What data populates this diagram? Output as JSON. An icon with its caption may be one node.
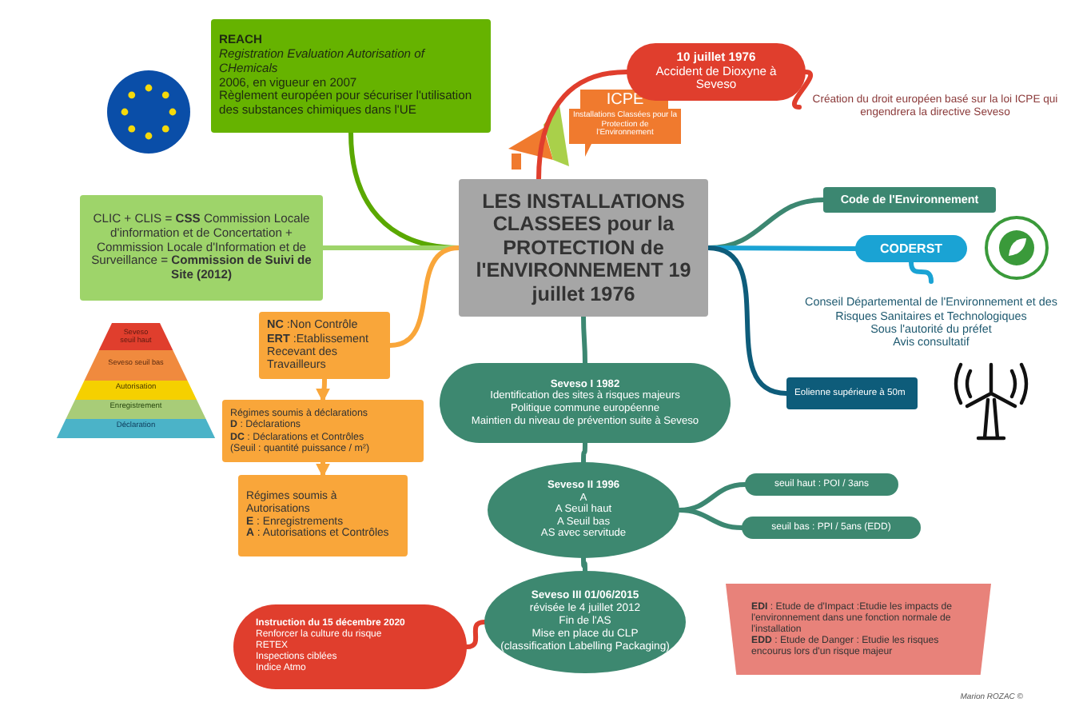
{
  "diagram": {
    "nodes": [
      {
        "text": [
          "LES INSTALLATIONS CLASSEES pour la PROTECTION de l'ENVIRONNEMENT 19 juillet 1976"
        ]
      },
      {
        "text": [
          "REACH",
          "Registration Evaluation Autorisation of CHemicals",
          "2006, en vigueur en 2007",
          "Règlement européen pour sécuriser l'utilisation des substances chimiques dans l'UE"
        ]
      },
      {
        "text": [
          "CLIC + CLIS = **CSS** Commission Locale d'information et de Concertation + Commission Locale d'Information et de Surveillance = **Commission de Suivi de Site (2012)**"
        ]
      },
      {
        "text": [
          "10 juillet 1976",
          "Accident de Dioxyne à Seveso"
        ]
      },
      {
        "text": [
          "Création du droit européen basé sur la loi ICPE qui engendrera la directive Seveso"
        ]
      },
      {
        "text": [
          "Code de l'Environnement"
        ]
      },
      {
        "text": [
          "CODERST"
        ]
      },
      {
        "text": [
          "Conseil Départemental de l'Environnement et des Risques Sanitaires et Technologiques",
          "Sous l'autorité du préfet",
          "Avis consultatif"
        ]
      },
      {
        "text": [
          "Eolienne supérieure à 50m"
        ]
      },
      {
        "text": [
          "**NC** :Non Contrôle",
          "**ERT** :Etablissement Recevant des Travailleurs"
        ]
      },
      {
        "text": [
          "Régimes soumis à déclarations",
          "**D** : Déclarations",
          "**DC** : Déclarations et Contrôles",
          "(Seuil : quantité puissance / m²)"
        ]
      },
      {
        "text": [
          "Régimes soumis à Autorisations",
          "**E** : Enregistrements",
          "**A** : Autorisations et Contrôles"
        ]
      },
      {
        "text": [
          "Seveso I 1982",
          "Identification des sites à risques majeurs",
          "Politique commune européenne",
          "Maintien du niveau de prévention suite à Seveso"
        ]
      },
      {
        "text": [
          "Seveso II 1996",
          "A",
          "A Seuil haut",
          "A Seuil bas",
          "AS avec servitude"
        ]
      },
      {
        "text": [
          "seuil haut : POI / 3ans"
        ]
      },
      {
        "text": [
          "seuil bas : PPI / 5ans (EDD)"
        ]
      },
      {
        "text": [
          "Seveso III 01/06/2015",
          "révisée le 4 juillet 2012",
          "Fin de l'AS",
          "Mise en place du CLP (classification Labelling Packaging)"
        ]
      },
      {
        "text": [
          "Instruction du 15 décembre 2020",
          "Renforcer la culture du risque",
          "RETEX",
          "Inspections ciblées",
          "Indice Atmo"
        ]
      },
      {
        "text": [
          "**EDI** : Etude de d'Impact :Etudie les impacts de l'environnement dans une fonction normale de l'installation",
          "**EDD** : Etude de Danger : Etudie les risques encourus lors d'un risque majeur"
        ]
      }
    ],
    "edges": [
      {
        "from": 0,
        "to": 1,
        "arrow": "none",
        "color": "#5aa800"
      },
      {
        "from": 0,
        "to": 2,
        "arrow": "none",
        "color": "#9ed46a"
      },
      {
        "from": 0,
        "to": 3,
        "arrow": "none",
        "color": "#e03e2d"
      },
      {
        "from": 3,
        "to": 4,
        "arrow": "none",
        "color": "#e03e2d"
      },
      {
        "from": 0,
        "to": 5,
        "arrow": "none"
      },
      {
        "from": 0,
        "to": 6,
        "arrow": "none",
        "color": "#1aa3d4"
      },
      {
        "from": 6,
        "to": 7,
        "arrow": "none",
        "color": "#1aa3d4"
      },
      {
        "from": 0,
        "to": 8,
        "arrow": "none",
        "color": "#0e5c7a"
      },
      {
        "from": 0,
        "to": 9,
        "arrow": "none",
        "color": "#f9a63a"
      },
      {
        "from": 9,
        "to": 10,
        "arrow": "to",
        "color": "#f9a63a"
      },
      {
        "from": 10,
        "to": 11,
        "arrow": "to",
        "color": "#f9a63a"
      },
      {
        "from": 0,
        "to": 12,
        "arrow": "none"
      },
      {
        "from": 12,
        "to": 13,
        "arrow": "none"
      },
      {
        "from": 13,
        "to": 14,
        "arrow": "none"
      },
      {
        "from": 13,
        "to": 15,
        "arrow": "none"
      },
      {
        "from": 13,
        "to": 16,
        "arrow": "none"
      },
      {
        "from": 16,
        "to": 17,
        "arrow": "none",
        "color": "#e03e2d"
      }
    ],
    "labels": [
      "ICPE",
      "Installations Classées pour la Protection de l'Environnement",
      "Seveso seuil haut",
      "Seveso seuil bas",
      "Autorisation",
      "Enregistrement",
      "Déclaration",
      "Marion ROZAC ©"
    ]
  }
}
